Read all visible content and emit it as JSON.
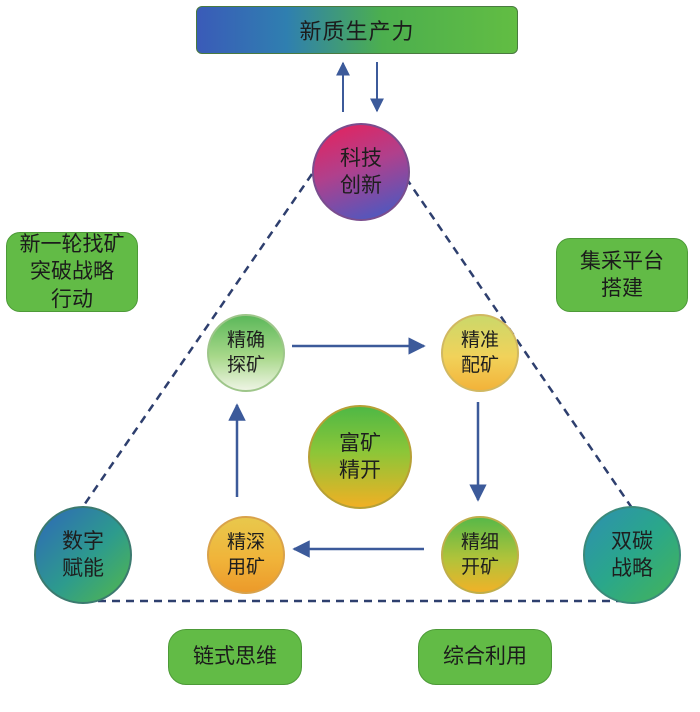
{
  "banner": {
    "title": "新质生产力"
  },
  "nodes": {
    "keji": "科技\n创新",
    "shuzi": "数字\n赋能",
    "shuangtan": "双碳\n战略",
    "fukuang": "富矿\n精开",
    "tankuang": "精确\n探矿",
    "peikuang": "精准\n配矿",
    "kaikuang": "精细\n开矿",
    "yongkuang": "精深\n用矿"
  },
  "boxes": {
    "xinyilun": "新一轮找矿\n突破战略\n行动",
    "jicai": "集采平台\n搭建",
    "lianshi": "链式思维",
    "zonghe": "综合利用"
  },
  "colors": {
    "arrow": "#3c5a9a",
    "dash": "#2e3f6e",
    "box_green": "#62bb46"
  }
}
